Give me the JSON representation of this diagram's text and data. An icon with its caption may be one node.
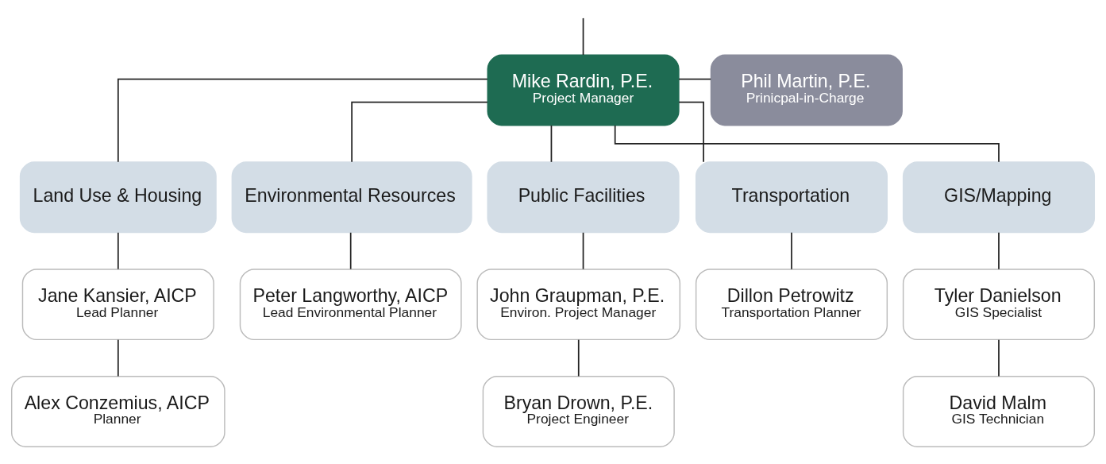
{
  "diagram": {
    "nodes": [
      {
        "text": [
          "Mike Rardin, P.E.",
          "Project Manager"
        ]
      },
      {
        "text": [
          "Phil Martin, P.E.",
          "Prinicpal-in-Charge"
        ]
      },
      {
        "text": [
          "Land Use & Housing"
        ]
      },
      {
        "text": [
          "Environmental Resources"
        ]
      },
      {
        "text": [
          "Public Facilities"
        ]
      },
      {
        "text": [
          "Transportation"
        ]
      },
      {
        "text": [
          "GIS/Mapping"
        ]
      },
      {
        "text": [
          "Jane Kansier, AICP",
          "Lead Planner"
        ]
      },
      {
        "text": [
          "Alex Conzemius, AICP",
          "Planner"
        ]
      },
      {
        "text": [
          "Peter Langworthy, AICP",
          "Lead Environmental Planner"
        ]
      },
      {
        "text": [
          "John Graupman, P.E.",
          "Environ. Project Manager"
        ]
      },
      {
        "text": [
          "Bryan Drown, P.E.",
          "Project Engineer"
        ]
      },
      {
        "text": [
          "Dillon Petrowitz",
          "Transportation Planner"
        ]
      },
      {
        "text": [
          "Tyler Danielson",
          "GIS Specialist"
        ]
      },
      {
        "text": [
          "David Malm",
          "GIS Technician"
        ]
      }
    ],
    "edges": [
      {
        "from": null,
        "to": 0,
        "arrow": "none"
      },
      {
        "from": 0,
        "to": 1,
        "arrow": "none"
      },
      {
        "from": 0,
        "to": 2,
        "arrow": "none"
      },
      {
        "from": 0,
        "to": 3,
        "arrow": "none"
      },
      {
        "from": 0,
        "to": 4,
        "arrow": "none"
      },
      {
        "from": 0,
        "to": 5,
        "arrow": "none"
      },
      {
        "from": 0,
        "to": 6,
        "arrow": "none"
      },
      {
        "from": 2,
        "to": 7,
        "arrow": "none"
      },
      {
        "from": 7,
        "to": 8,
        "arrow": "none"
      },
      {
        "from": 3,
        "to": 9,
        "arrow": "none"
      },
      {
        "from": 4,
        "to": 10,
        "arrow": "none"
      },
      {
        "from": 10,
        "to": 11,
        "arrow": "none"
      },
      {
        "from": 5,
        "to": 12,
        "arrow": "none"
      },
      {
        "from": 6,
        "to": 13,
        "arrow": "none"
      },
      {
        "from": 13,
        "to": 14,
        "arrow": "none"
      }
    ]
  }
}
